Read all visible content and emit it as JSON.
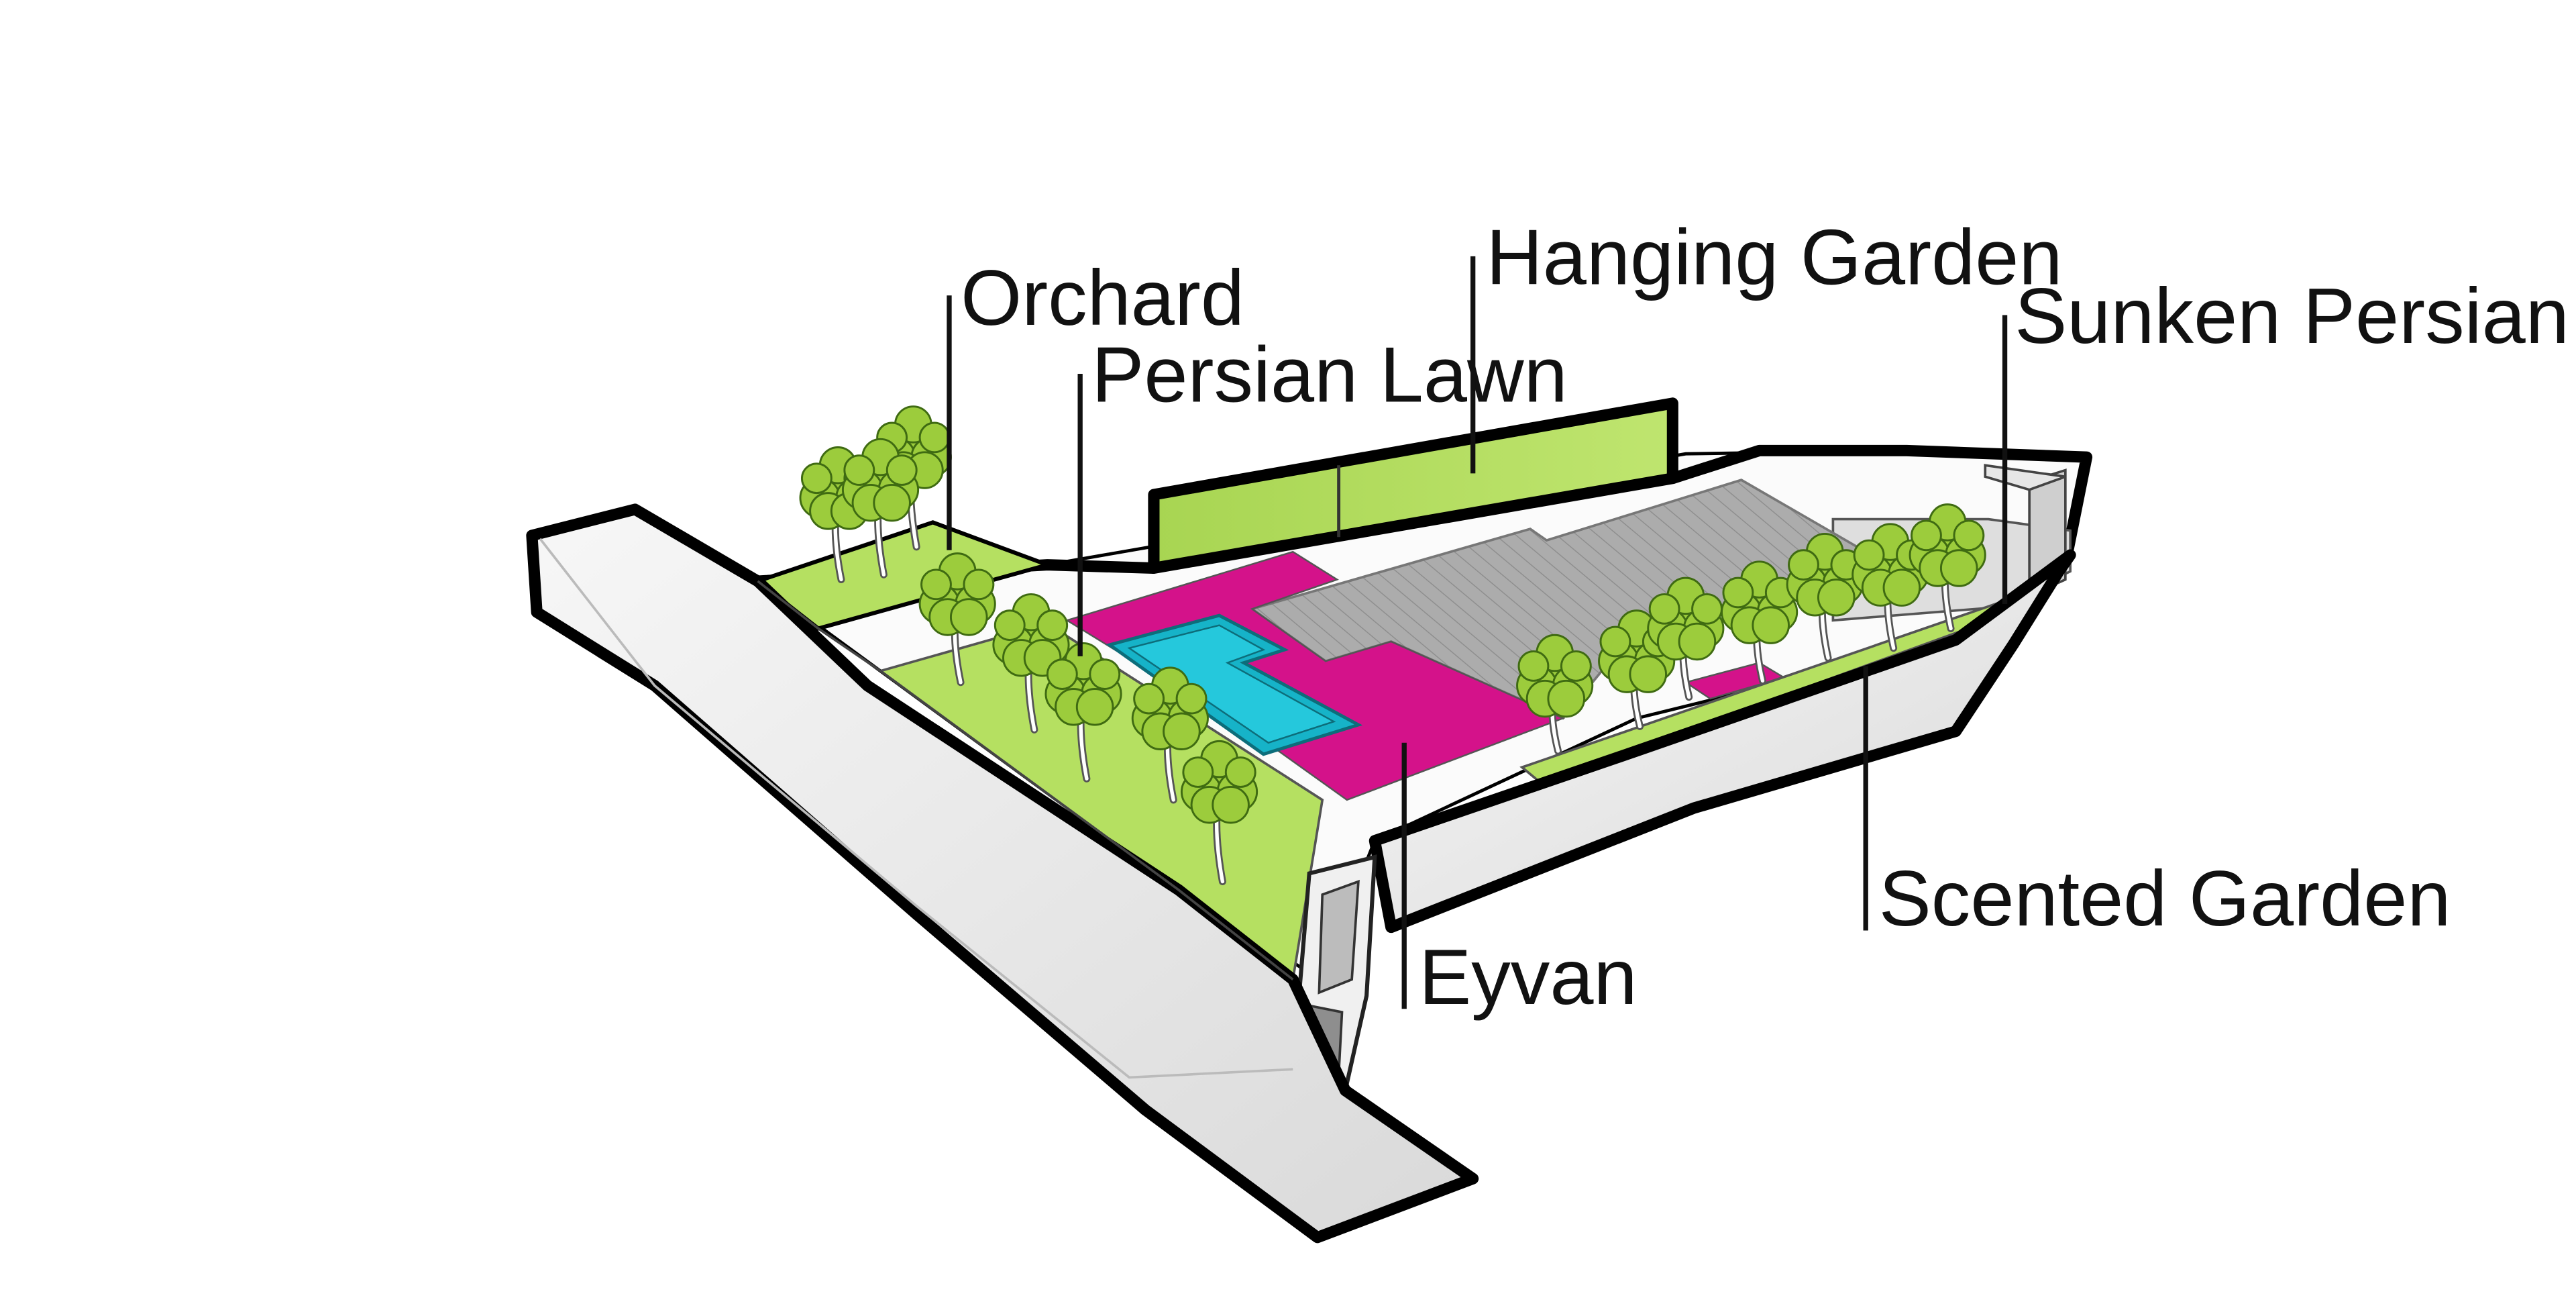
{
  "labels": {
    "orchard": "Orchard",
    "persian_lawn": "Persian Lawn",
    "hanging_garden": "Hanging Garden",
    "sunken_persian_garden": "Sunken Persian Garden",
    "scented_garden": "Scented Garden",
    "eyvan": "Eyvan"
  },
  "colors": {
    "lawn": "#b5e061",
    "eyvan": "#d4128a",
    "pool": "#16b3c8",
    "roof": "#a9a9a9",
    "wall": "#ececec",
    "tree_foliage": "#9ccc3c"
  }
}
